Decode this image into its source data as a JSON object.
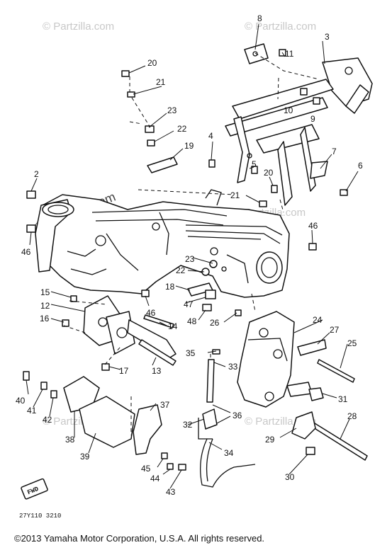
{
  "watermark": "© Partzilla.com",
  "code": "27Y110 3210",
  "fwd": "FWD",
  "copyright": "©2013  Yamaha Motor Corporation, U.S.A. All rights reserved.",
  "callouts": {
    "c2": "2",
    "c3": "3",
    "c4": "4",
    "c5": "5",
    "c6": "6",
    "c7": "7",
    "c8": "8",
    "c9": "9",
    "c10": "10",
    "c11": "11",
    "c12": "12",
    "c13": "13",
    "c14": "14",
    "c15": "15",
    "c16": "16",
    "c17": "17",
    "c18": "18",
    "c19": "19",
    "c20a": "20",
    "c20b": "20",
    "c21a": "21",
    "c21b": "21",
    "c22a": "22",
    "c22b": "22",
    "c23a": "23",
    "c23b": "23",
    "c24": "24",
    "c25": "25",
    "c26": "26",
    "c27": "27",
    "c28": "28",
    "c29": "29",
    "c30": "30",
    "c31": "31",
    "c32": "32",
    "c33": "33",
    "c34": "34",
    "c35": "35",
    "c36": "36",
    "c37": "37",
    "c38": "38",
    "c39": "39",
    "c40": "40",
    "c41": "41",
    "c42": "42",
    "c43": "43",
    "c44": "44",
    "c45": "45",
    "c46a": "46",
    "c46b": "46",
    "c46c": "46",
    "c47": "47",
    "c48": "48"
  }
}
